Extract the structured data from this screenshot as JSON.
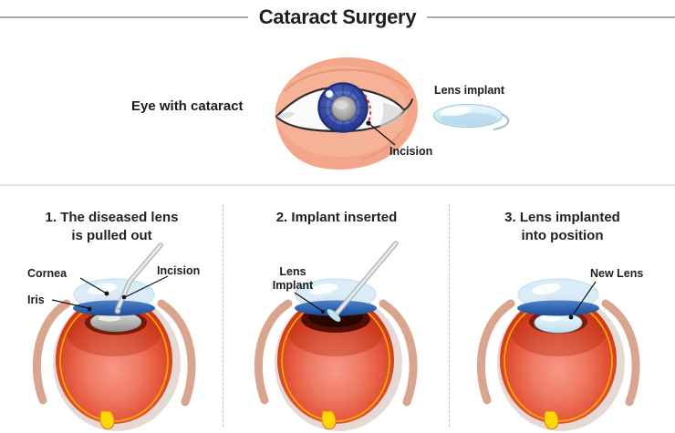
{
  "title": "Cataract Surgery",
  "top": {
    "eye_label": "Eye with cataract",
    "implant_label": "Lens implant",
    "incision_label": "Incision"
  },
  "steps": [
    {
      "title_line1": "1. The diseased lens",
      "title_line2": "is pulled out",
      "labels": {
        "cornea": "Cornea",
        "iris": "Iris",
        "incision": "Incision"
      }
    },
    {
      "title_line1": "2. Implant inserted",
      "title_line2": "",
      "labels": {
        "implant_line1": "Lens",
        "implant_line2": "Implant"
      }
    },
    {
      "title_line1": "3. Lens implanted",
      "title_line2": "into position",
      "labels": {
        "new_lens": "New Lens"
      }
    }
  ],
  "colors": {
    "title_text": "#231F20",
    "rule_gray": "#ABABAB",
    "label_text": "#1C1C1C",
    "skin": "#F3A68A",
    "iris_blue": "#3D53A8",
    "eyeball_red": "#C52F12",
    "cornea_blue": "#D8ECF8",
    "implant_blue": "#BFE0F1",
    "incision_red": "#E03224",
    "optic_nerve_yellow": "#FFD60A",
    "tool_silver": "#C4C9CE"
  }
}
